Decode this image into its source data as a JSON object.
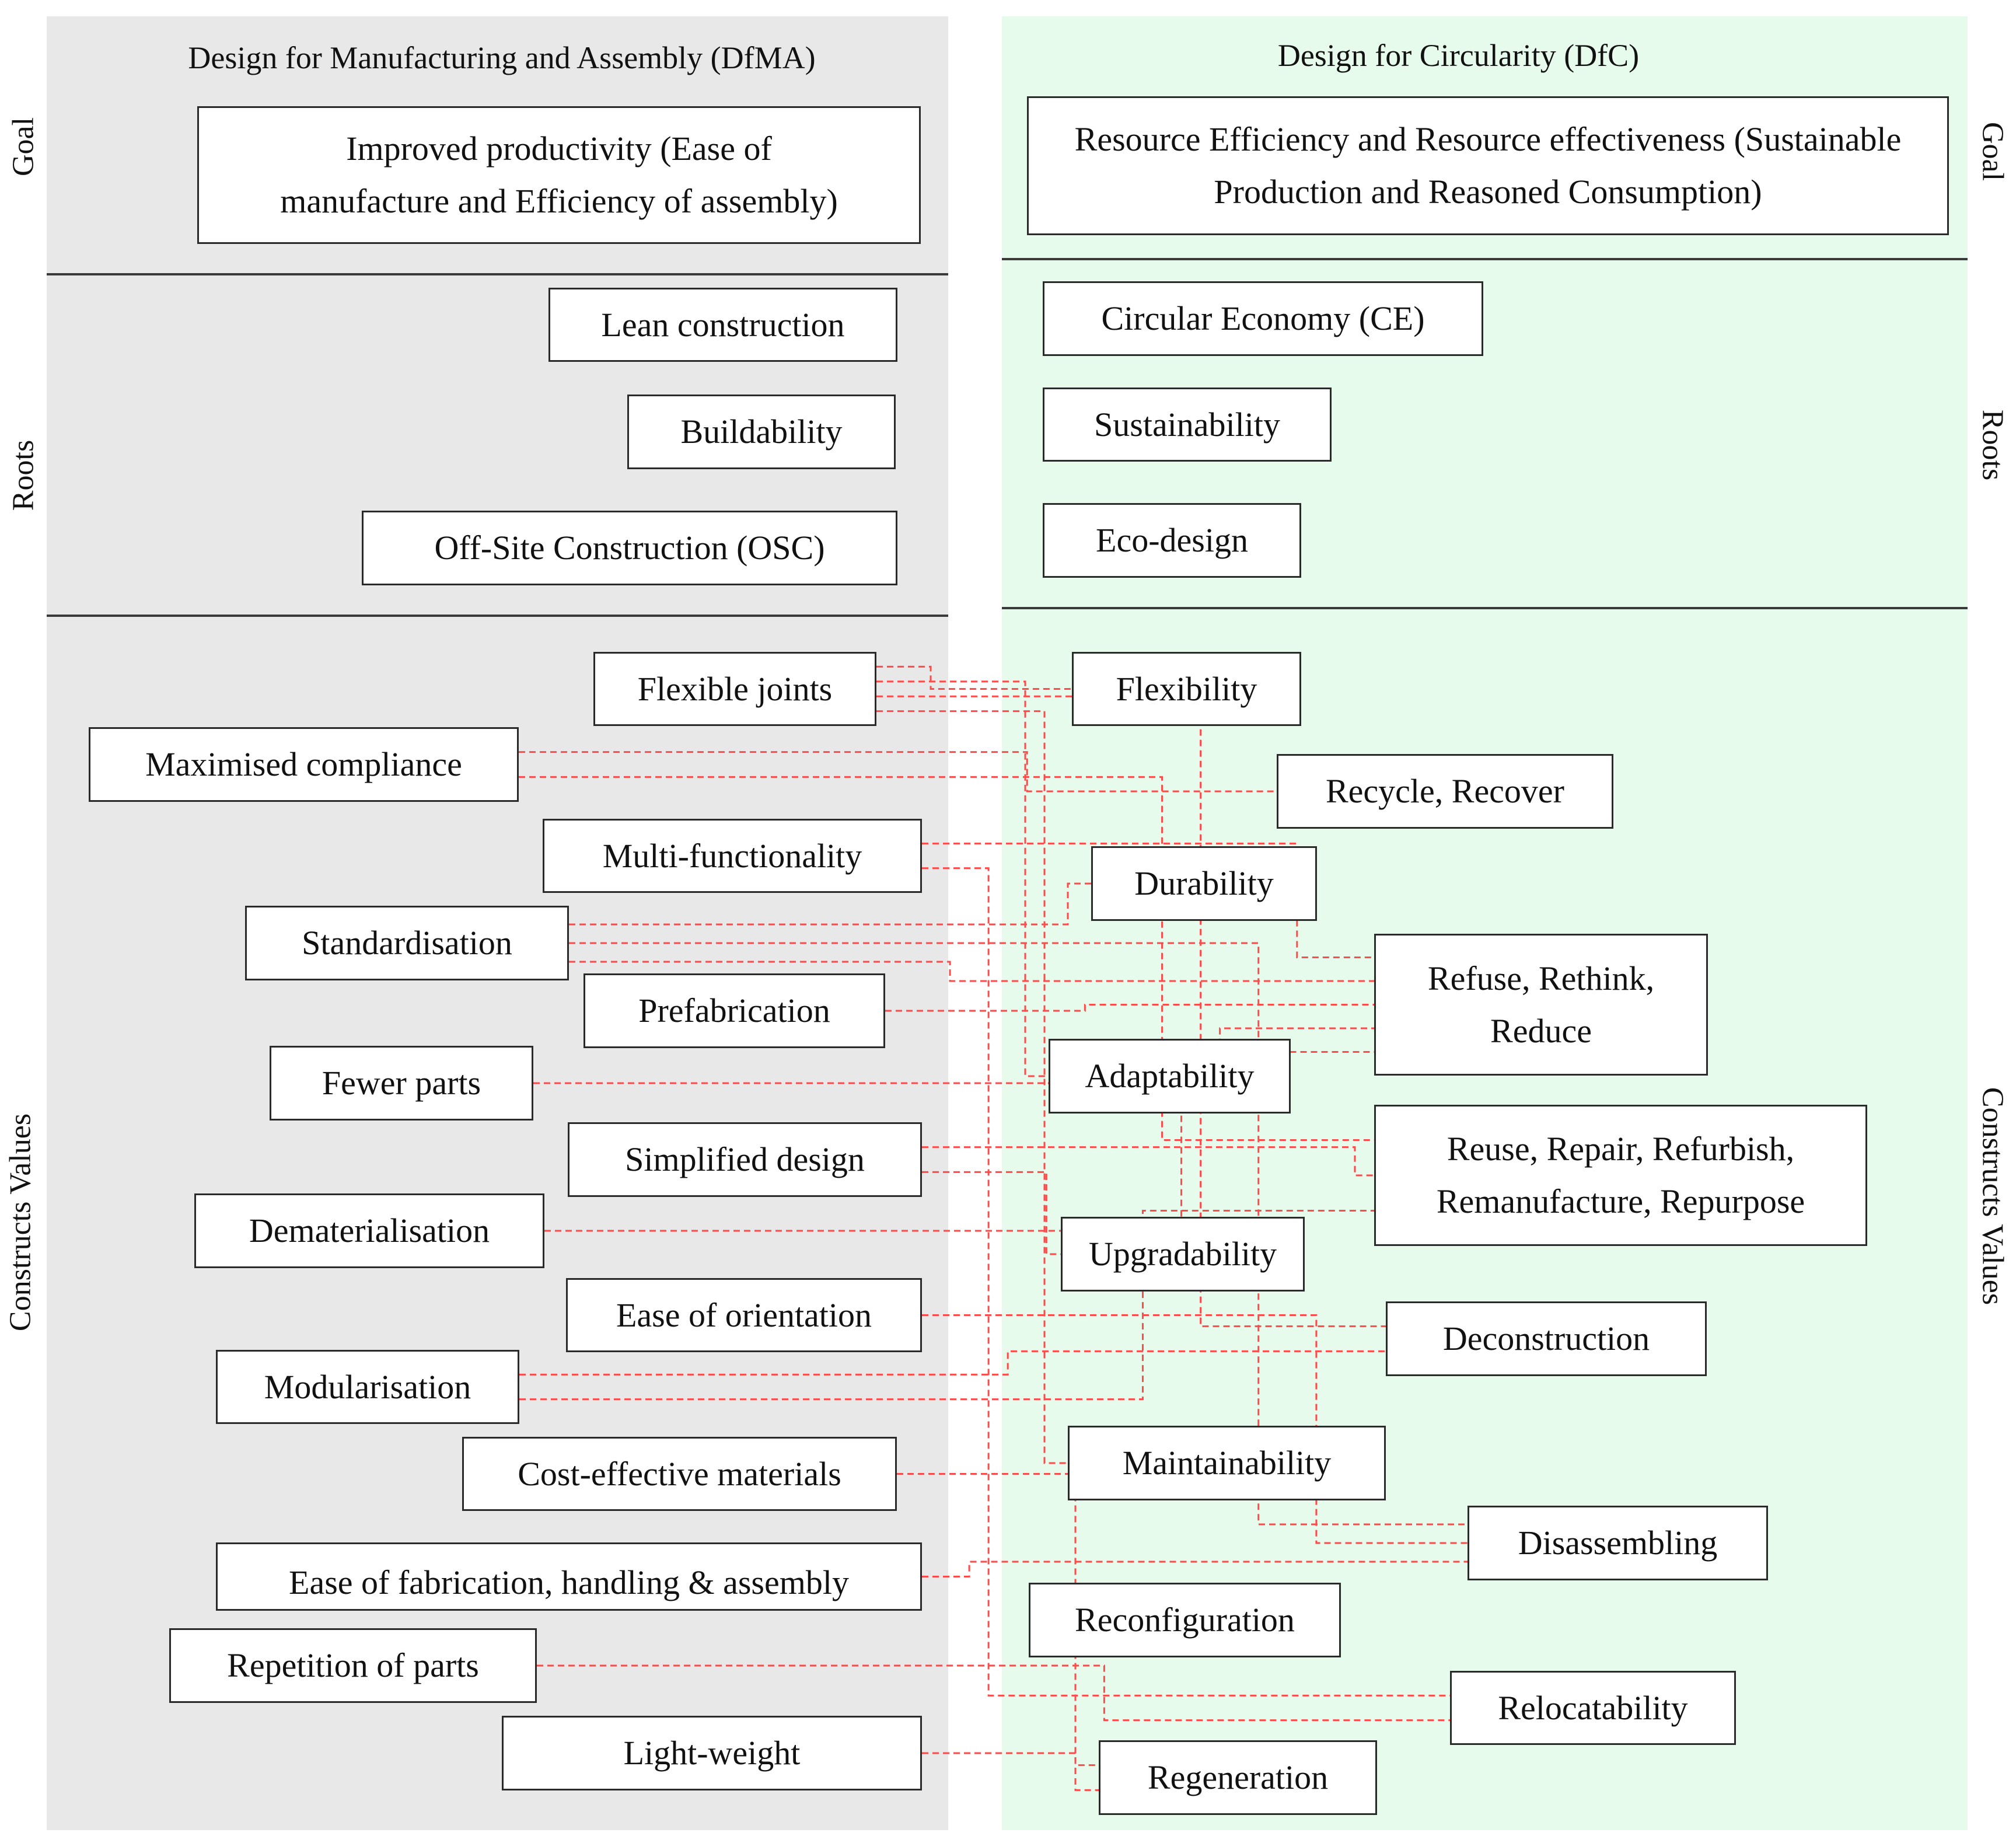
{
  "dfma": {
    "title": "Design for Manufacturing and Assembly (DfMA)",
    "goal": "Improved productivity (Ease of manufacture and Efficiency of assembly)",
    "roots": [
      "Lean construction",
      "Buildability",
      "Off-Site Construction (OSC)"
    ],
    "values": [
      "Flexible joints",
      "Maximised compliance",
      "Multi-functionality",
      "Standardisation",
      "Prefabrication",
      "Fewer parts",
      "Simplified design",
      "Dematerialisation",
      "Ease of orientation",
      "Modularisation",
      "Cost-effective materials",
      "Ease of fabrication, handling & assembly",
      "Repetition of parts",
      "Light-weight"
    ]
  },
  "dfc": {
    "title": "Design for Circularity (DfC)",
    "goal": "Resource Efficiency and Resource effectiveness (Sustainable Production and Reasoned Consumption)",
    "roots": [
      "Circular Economy (CE)",
      "Sustainability",
      "Eco-design"
    ],
    "values": [
      "Flexibility",
      "Recycle, Recover",
      "Durability",
      "Refuse, Rethink, Reduce",
      "Adaptability",
      "Reuse, Repair, Refurbish, Remanufacture, Repurpose",
      "Upgradability",
      "Deconstruction",
      "Maintainability",
      "Disassembling",
      "Reconfiguration",
      "Relocatability",
      "Regeneration"
    ]
  },
  "row_labels": {
    "goal": "Goal",
    "roots": "Roots",
    "values": "Constructs Values"
  },
  "colors": {
    "dfma_bg": "#e8e8e8",
    "dfc_bg": "#e6fbeb",
    "link": "#ff4a4a"
  },
  "links": [
    [
      "Flexible joints",
      "Flexibility"
    ],
    [
      "Flexible joints",
      "Adaptability"
    ],
    [
      "Flexible joints",
      "Deconstruction"
    ],
    [
      "Flexible joints",
      "Maintainability"
    ],
    [
      "Maximised compliance",
      "Recycle, Recover"
    ],
    [
      "Maximised compliance",
      "Reuse, Repair, Refurbish, Remanufacture, Repurpose"
    ],
    [
      "Multi-functionality",
      "Refuse, Rethink, Reduce"
    ],
    [
      "Multi-functionality",
      "Relocatability"
    ],
    [
      "Standardisation",
      "Durability"
    ],
    [
      "Standardisation",
      "Disassembling"
    ],
    [
      "Standardisation",
      "Refuse, Rethink, Reduce"
    ],
    [
      "Prefabrication",
      "Refuse, Rethink, Reduce"
    ],
    [
      "Fewer parts",
      "Refuse, Rethink, Reduce"
    ],
    [
      "Simplified design",
      "Reuse, Repair, Refurbish, Remanufacture, Repurpose"
    ],
    [
      "Simplified design",
      "Upgradability"
    ],
    [
      "Dematerialisation",
      "Refuse, Rethink, Reduce"
    ],
    [
      "Ease of orientation",
      "Disassembling"
    ],
    [
      "Modularisation",
      "Deconstruction"
    ],
    [
      "Modularisation",
      "Reuse, Repair, Refurbish, Remanufacture, Repurpose"
    ],
    [
      "Cost-effective materials",
      "Regeneration"
    ],
    [
      "Ease of fabrication, handling & assembly",
      "Disassembling"
    ],
    [
      "Repetition of parts",
      "Relocatability"
    ],
    [
      "Light-weight",
      "Regeneration"
    ]
  ]
}
